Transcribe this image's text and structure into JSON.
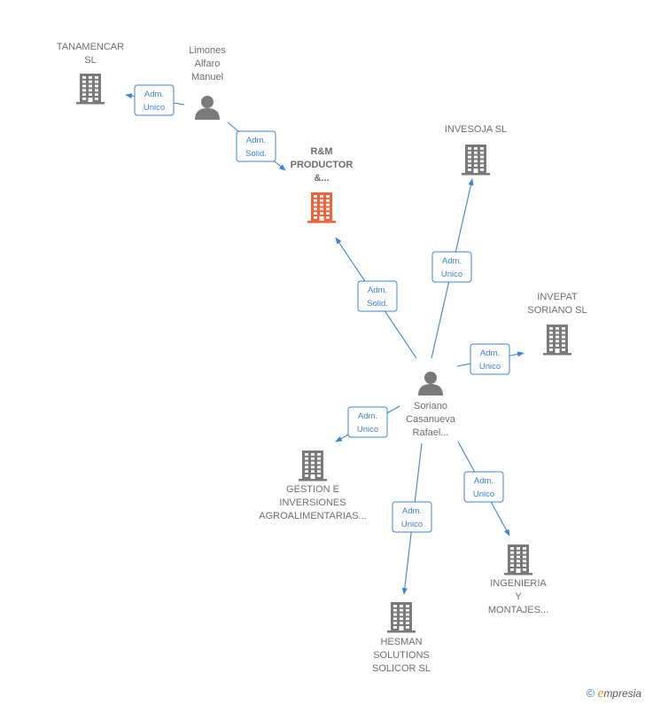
{
  "nodes": [
    {
      "id": "tanamencar",
      "type": "company",
      "lines": [
        "TANAMENCAR",
        "SL"
      ]
    },
    {
      "id": "limones",
      "type": "person",
      "lines": [
        "Limones",
        "Alfaro",
        "Manuel"
      ]
    },
    {
      "id": "rm",
      "type": "company",
      "highlight": true,
      "lines": [
        "R&M",
        "PRODUCTOR",
        "&..."
      ]
    },
    {
      "id": "invesoja",
      "type": "company",
      "lines": [
        "INVESOJA  SL"
      ]
    },
    {
      "id": "invepat",
      "type": "company",
      "lines": [
        "INVEPAT",
        "SORIANO  SL"
      ]
    },
    {
      "id": "soriano",
      "type": "person",
      "lines": [
        "Soriano",
        "Casanueva",
        "Rafael..."
      ]
    },
    {
      "id": "gestion",
      "type": "company",
      "lines": [
        "GESTION E",
        "INVERSIONES",
        "AGROALIMENTARIAS..."
      ]
    },
    {
      "id": "hesman",
      "type": "company",
      "lines": [
        "HESMAN",
        "SOLUTIONS",
        "SOLICOR  SL"
      ]
    },
    {
      "id": "ingenieria",
      "type": "company",
      "lines": [
        "INGENIERIA",
        "Y",
        "MONTAJES..."
      ]
    }
  ],
  "edges": [
    {
      "from": "limones",
      "to": "tanamencar",
      "label": [
        "Adm.",
        "Unico"
      ]
    },
    {
      "from": "limones",
      "to": "rm",
      "label": [
        "Adm.",
        "Solid."
      ]
    },
    {
      "from": "soriano",
      "to": "rm",
      "label": [
        "Adm.",
        "Solid."
      ]
    },
    {
      "from": "soriano",
      "to": "invesoja",
      "label": [
        "Adm.",
        "Unico"
      ]
    },
    {
      "from": "soriano",
      "to": "invepat",
      "label": [
        "Adm.",
        "Unico"
      ]
    },
    {
      "from": "soriano",
      "to": "gestion",
      "label": [
        "Adm.",
        "Unico"
      ]
    },
    {
      "from": "soriano",
      "to": "hesman",
      "label": [
        "Adm.",
        "Unico"
      ]
    },
    {
      "from": "soriano",
      "to": "ingenieria",
      "label": [
        "Adm.",
        "Unico"
      ]
    }
  ],
  "colors": {
    "edge": "#3d82d6",
    "company": "#7a7a7a",
    "person": "#7a7a7a",
    "highlight": "#f0623a"
  },
  "footer": {
    "copyright": "©",
    "brand_initial": "e",
    "brand_rest": "mpresia"
  }
}
